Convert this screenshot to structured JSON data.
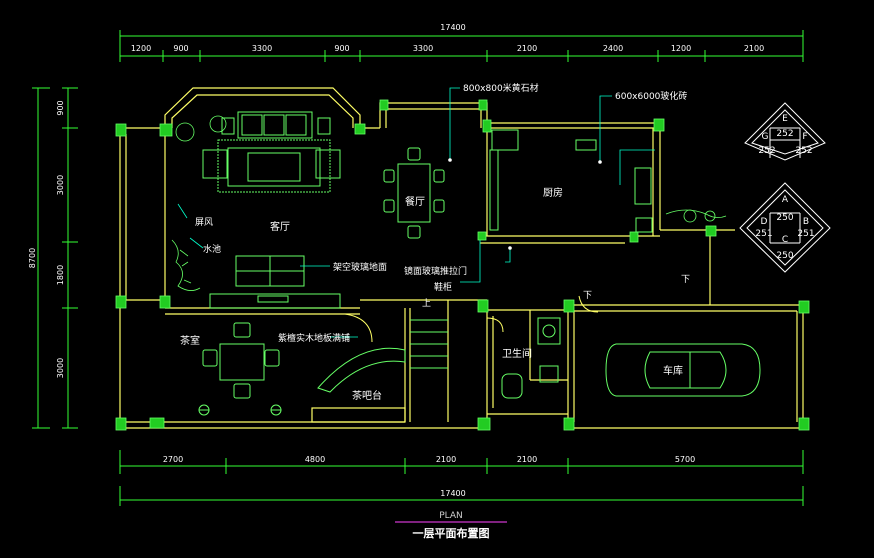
{
  "dimensions": {
    "top_total": "17400",
    "top": [
      "1200",
      "900",
      "3300",
      "900",
      "3300",
      "2100",
      "2400",
      "1200",
      "2100"
    ],
    "bottom": [
      "2700",
      "4800",
      "2100",
      "2100",
      "5700"
    ],
    "bottom_total": "17400",
    "left": [
      "900",
      "3000",
      "1800",
      "3000"
    ],
    "left_total": "8700"
  },
  "rooms": {
    "living": "客厅",
    "dining": "餐厅",
    "kitchen": "厨房",
    "tea_room": "茶室",
    "bathroom": "卫生间",
    "garage": "车库",
    "tea_bar": "茶吧台"
  },
  "labels": {
    "stone": "800x800米黄石材",
    "tile": "600x6000玻化砖",
    "screen": "屏风",
    "pool": "水池",
    "glass_floor": "架空玻璃地面",
    "mirror_door": "镜面玻璃推拉门",
    "shoe_cabinet": "鞋柜",
    "wood_floor": "紫檀实木地板满铺"
  },
  "markers": {
    "up": "上",
    "down1": "下",
    "down2": "下"
  },
  "elevation": {
    "efg": {
      "top": "E",
      "left": "G",
      "right": "F",
      "value_top": "252",
      "value_left": "252",
      "value_right": "252"
    },
    "abcd": {
      "top": "A",
      "left": "D",
      "right": "B",
      "bottom": "C",
      "value_top": "250",
      "value_left": "251",
      "value_right": "251",
      "value_bottom": "250"
    }
  },
  "title": {
    "plan": "PLAN",
    "main": "一层平面布置图"
  },
  "colors": {
    "wall": "#ffff66",
    "dim": "#33ff33",
    "furniture": "#66ff66",
    "leader": "#00ffcc",
    "title_line": "#ff44ff"
  }
}
